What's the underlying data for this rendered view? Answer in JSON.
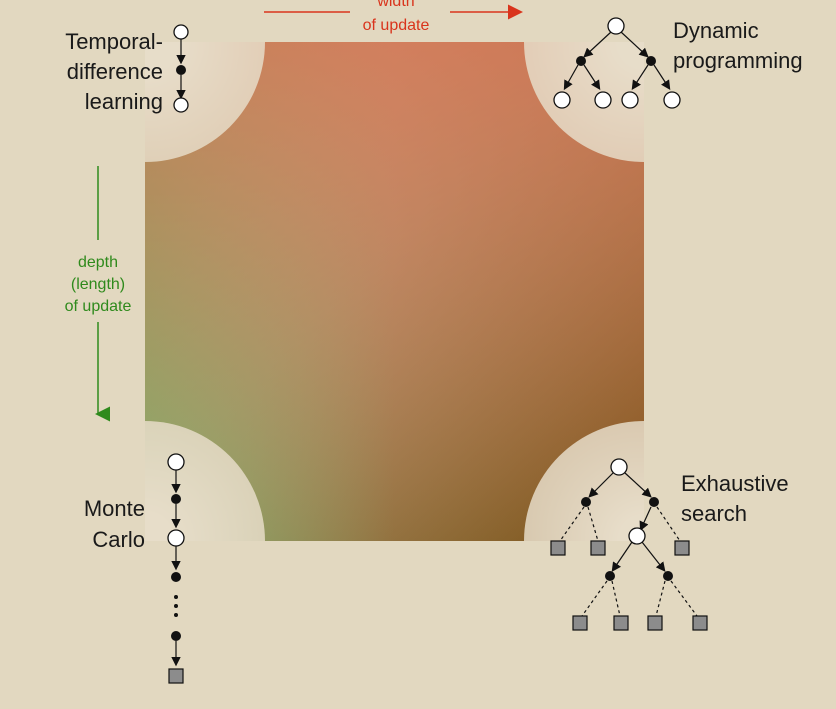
{
  "diagram": {
    "width_axis_label": [
      "width",
      "of update"
    ],
    "depth_axis_label": [
      "depth",
      "(length)",
      "of update"
    ],
    "corners": {
      "top_left": [
        "Temporal-",
        "difference",
        "learning"
      ],
      "top_right": [
        "Dynamic",
        "programming"
      ],
      "bottom_left": [
        "Monte",
        "Carlo"
      ],
      "bottom_right": [
        "Exhaustive",
        "search"
      ]
    },
    "ellipsis": "⋮"
  },
  "colors": {
    "background": "#e2d8c0",
    "width_axis": "#d9341c",
    "depth_axis": "#2f8a1c",
    "top_left_fill": "#c9b89a",
    "top_right_fill": "#d5685a",
    "bottom_left_fill": "#8db37a",
    "bottom_right_fill": "#7a5a1c",
    "terminal_node": "#8c8c8c"
  }
}
